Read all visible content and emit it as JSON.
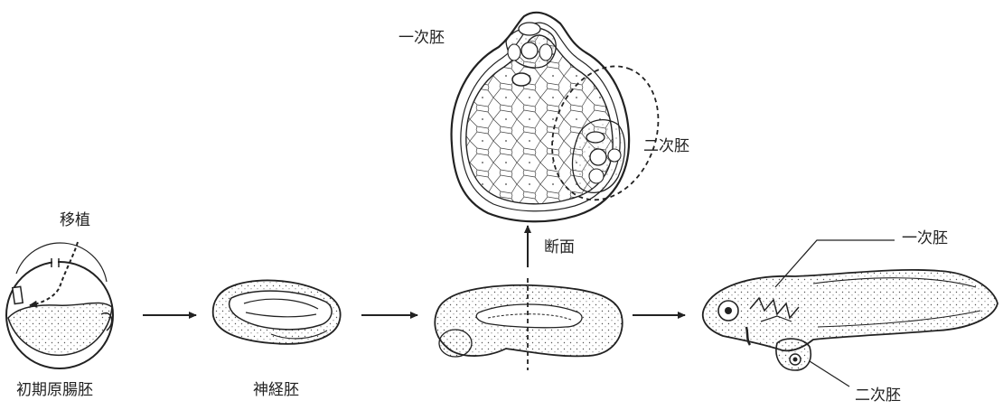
{
  "labels": {
    "transplant": "移植",
    "early_gastrula": "初期原腸胚",
    "neurula": "神経胚",
    "cross_section": "断面",
    "primary_embryo_section": "一次胚",
    "secondary_embryo_section": "二次胚",
    "primary_embryo_tadpole": "一次胚",
    "secondary_embryo_tadpole": "二次胚"
  },
  "colors": {
    "ink": "#222222",
    "stipple": "#555555",
    "background": "#ffffff"
  }
}
